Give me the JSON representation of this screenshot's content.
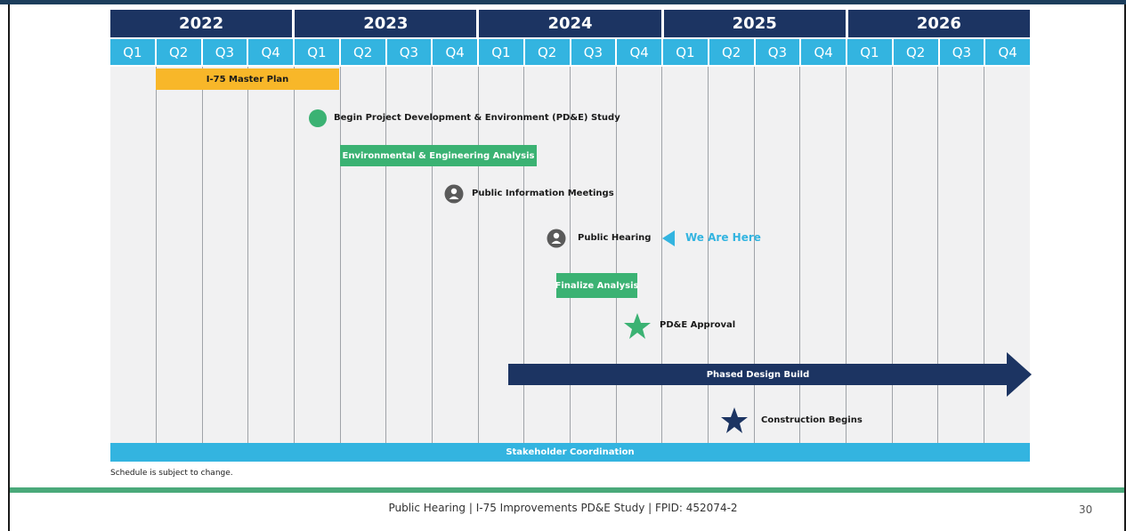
{
  "years": [
    "2022",
    "2023",
    "2024",
    "2025",
    "2026"
  ],
  "quarters": [
    "Q1",
    "Q2",
    "Q3",
    "Q4",
    "Q1",
    "Q2",
    "Q3",
    "Q4",
    "Q1",
    "Q2",
    "Q3",
    "Q4",
    "Q1",
    "Q2",
    "Q3",
    "Q4",
    "Q1",
    "Q2",
    "Q3",
    "Q4"
  ],
  "items": {
    "master_plan": "I-75 Master Plan",
    "begin_pde": "Begin Project Development & Environment (PD&E) Study",
    "env_eng": "Environmental & Engineering Analysis",
    "public_info": "Public Information Meetings",
    "public_hearing": "Public Hearing",
    "we_are_here": "We Are Here",
    "finalize": "Finalize Analysis",
    "pde_approval": "PD&E Approval",
    "phased_design": "Phased Design Build",
    "construction": "Construction Begins",
    "stakeholder": "Stakeholder Coordination"
  },
  "footnote": "Schedule is subject to change.",
  "footer": {
    "text": "Public Hearing | I-75 Improvements PD&E Study  |  FPID: 452074-2",
    "page": "30"
  },
  "colors": {
    "navy": "#1c3462",
    "cyan": "#33b4e0",
    "green": "#3bb273",
    "orange": "#f8b729",
    "grey_icon": "#5a5a5a"
  }
}
